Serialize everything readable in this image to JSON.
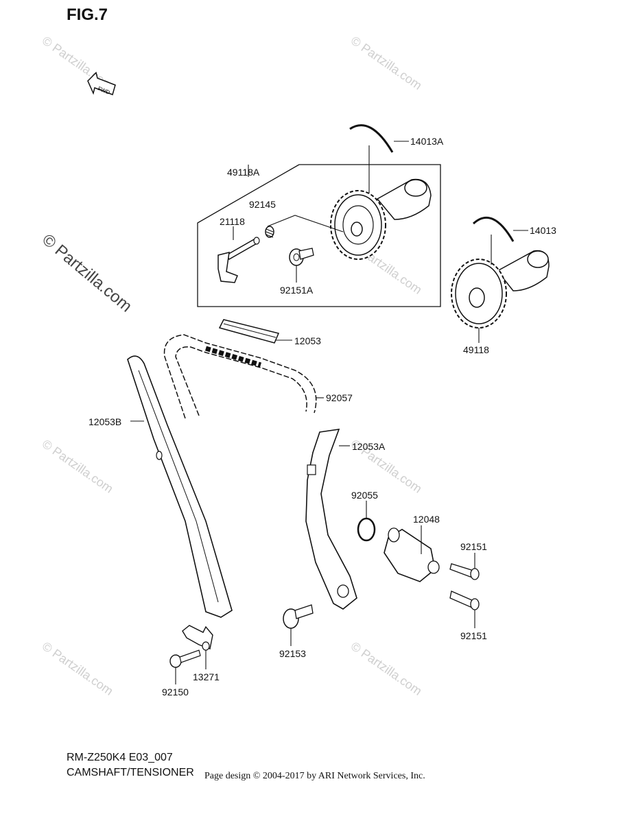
{
  "figure": {
    "title": "FIG.7"
  },
  "footer": {
    "model_code": "RM-Z250K4 E03_007",
    "section_title": "CAMSHAFT/TENSIONER",
    "copyright": "Page design © 2004-2017 by ARI Network Services, Inc."
  },
  "watermark": {
    "text": "© Partzilla.com"
  },
  "fwd_arrow": {
    "label": "FWD"
  },
  "parts": [
    {
      "id": "p14013A",
      "label": "14013A"
    },
    {
      "id": "p49118A",
      "label": "49118A"
    },
    {
      "id": "p92145",
      "label": "92145"
    },
    {
      "id": "p21118",
      "label": "21118"
    },
    {
      "id": "p92151A",
      "label": "92151A"
    },
    {
      "id": "p14013",
      "label": "14013"
    },
    {
      "id": "p49118",
      "label": "49118"
    },
    {
      "id": "p12053",
      "label": "12053"
    },
    {
      "id": "p92057",
      "label": "92057"
    },
    {
      "id": "p12053B",
      "label": "12053B"
    },
    {
      "id": "p12053A",
      "label": "12053A"
    },
    {
      "id": "p92055",
      "label": "92055"
    },
    {
      "id": "p12048",
      "label": "12048"
    },
    {
      "id": "p92151_top",
      "label": "92151"
    },
    {
      "id": "p92151_bottom",
      "label": "92151"
    },
    {
      "id": "p92153",
      "label": "92153"
    },
    {
      "id": "p13271",
      "label": "13271"
    },
    {
      "id": "p92150",
      "label": "92150"
    }
  ]
}
